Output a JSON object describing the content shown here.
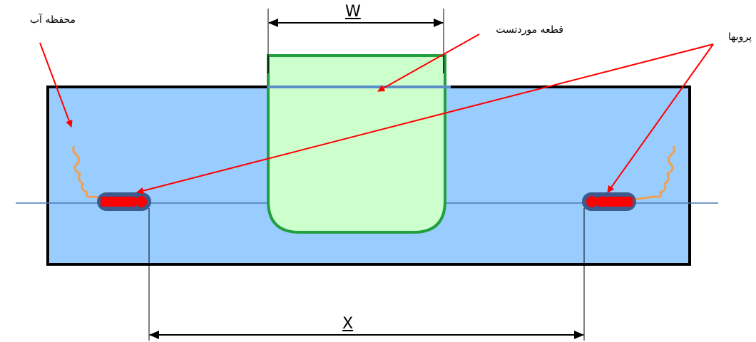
{
  "labels": {
    "water_tank": "محفظه آب",
    "test_piece": "قطعه موردتست",
    "probes": "پروبها"
  },
  "dimensions": {
    "w": "W",
    "x": "X"
  },
  "colors": {
    "water": "#99ccff",
    "tank_border": "#000000",
    "test_piece_fill": "#ccffcc",
    "test_piece_border": "#22a040",
    "waterline": "#5a8fc8",
    "probe_body": "#ff0000",
    "probe_casing": "#3c5a8c",
    "cable": "#f0a050",
    "arrow": "#ff0000"
  }
}
